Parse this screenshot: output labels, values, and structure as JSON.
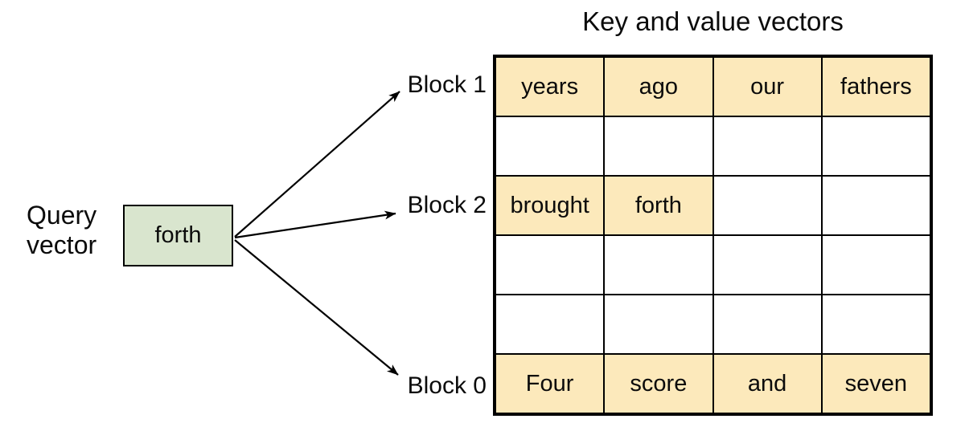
{
  "title": "Key and value vectors",
  "query_vector": {
    "label_line1": "Query",
    "label_line2": "vector",
    "token": "forth"
  },
  "grid": {
    "columns": 4,
    "rows": [
      {
        "block_label": "Block 1",
        "cells": [
          "years",
          "ago",
          "our",
          "fathers"
        ],
        "filled": [
          true,
          true,
          true,
          true
        ]
      },
      {
        "block_label": "",
        "cells": [
          "",
          "",
          "",
          ""
        ],
        "filled": [
          false,
          false,
          false,
          false
        ]
      },
      {
        "block_label": "Block 2",
        "cells": [
          "brought",
          "forth",
          "",
          ""
        ],
        "filled": [
          true,
          true,
          false,
          false
        ]
      },
      {
        "block_label": "",
        "cells": [
          "",
          "",
          "",
          ""
        ],
        "filled": [
          false,
          false,
          false,
          false
        ]
      },
      {
        "block_label": "",
        "cells": [
          "",
          "",
          "",
          ""
        ],
        "filled": [
          false,
          false,
          false,
          false
        ]
      },
      {
        "block_label": "Block 0",
        "cells": [
          "Four",
          "score",
          "and",
          "seven"
        ],
        "filled": [
          true,
          true,
          true,
          true
        ]
      }
    ]
  },
  "colors": {
    "cell_fill": "#fce9bb",
    "query_fill": "#d9e5ce",
    "border": "#000000",
    "text": "#0b0b0b"
  }
}
